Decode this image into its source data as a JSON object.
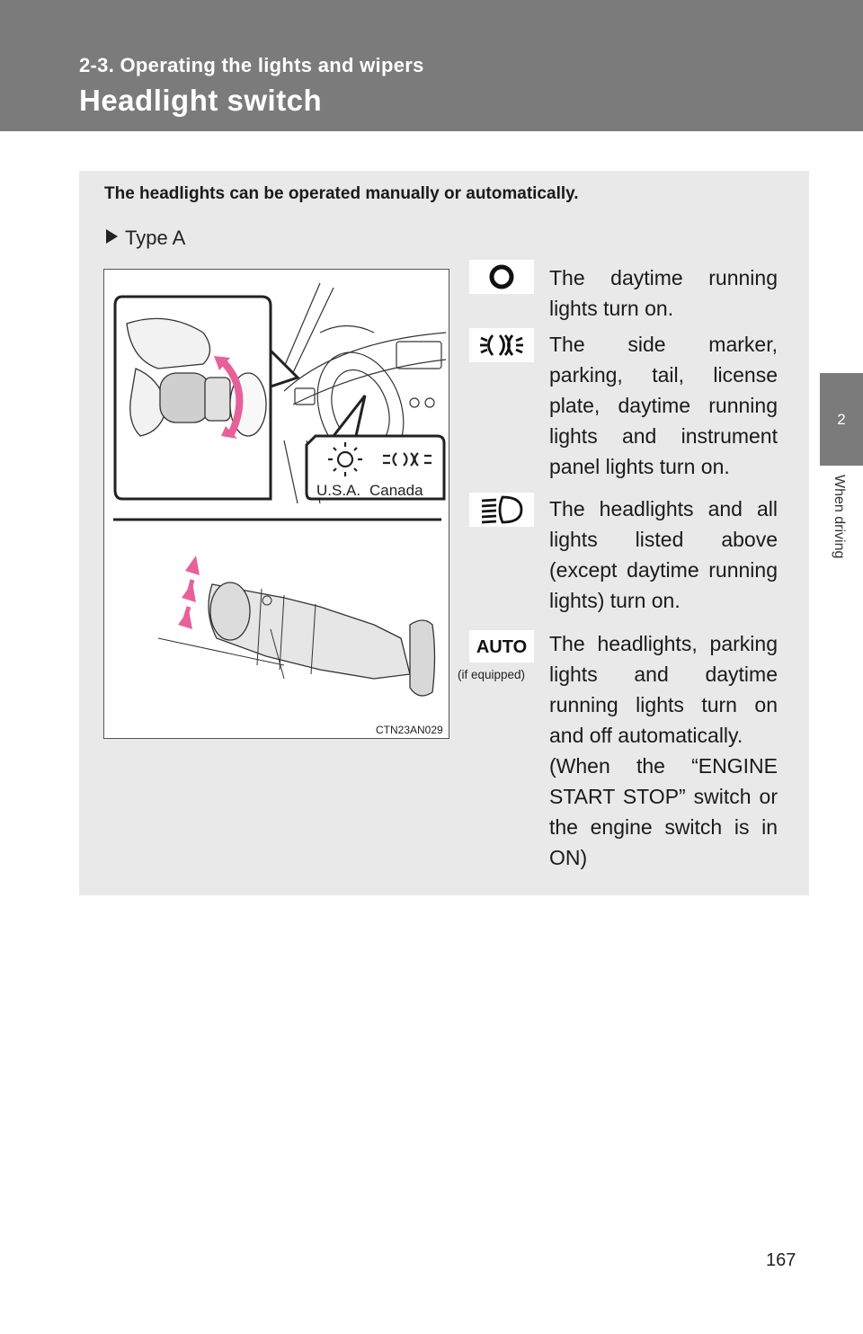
{
  "header": {
    "section": "2-3. Operating the lights and wipers",
    "title": "Headlight switch"
  },
  "side_tab": {
    "number": "2",
    "label": "When driving"
  },
  "intro": "The headlights can be operated manually or automatically.",
  "type_label": "Type A",
  "figure": {
    "label_usa": "U.S.A.",
    "label_canada": "Canada",
    "code": "CTN23AN029"
  },
  "items": [
    {
      "icon": "daytime-running-light-icon",
      "text": "The daytime running lights turn on."
    },
    {
      "icon": "side-marker-light-icon",
      "text": "The side marker, parking, tail, license plate, daytime running lights and instrument panel lights turn on."
    },
    {
      "icon": "headlight-icon",
      "text": "The headlights and all lights listed above (except daytime running lights) turn on."
    },
    {
      "icon": "auto-icon",
      "icon_text": "AUTO",
      "note": "(if equipped)",
      "text": "The headlights, parking lights and daytime running lights turn on and off automatically.",
      "text2": "(When the “ENGINE START STOP” switch or the engine switch is in ON)"
    }
  ],
  "page_number": "167"
}
